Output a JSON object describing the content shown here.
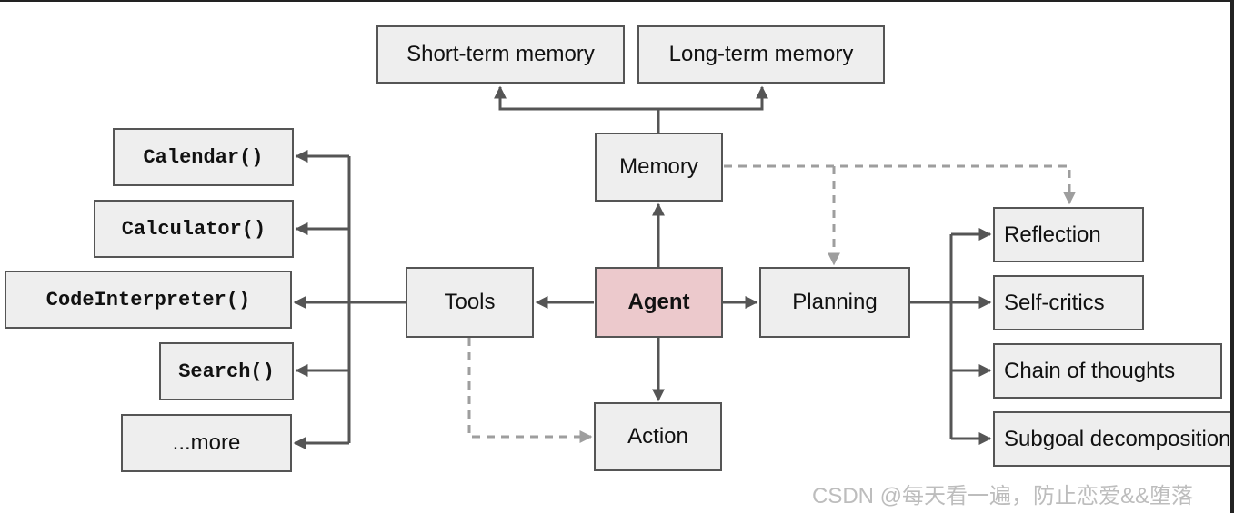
{
  "nodes": {
    "short_term_memory": "Short-term memory",
    "long_term_memory": "Long-term memory",
    "memory": "Memory",
    "agent": "Agent",
    "tools": "Tools",
    "planning": "Planning",
    "action": "Action",
    "calendar": "Calendar()",
    "calculator": "Calculator()",
    "code_interpreter": "CodeInterpreter()",
    "search": "Search()",
    "more": "...more",
    "reflection": "Reflection",
    "self_critics": "Self-critics",
    "chain_of_thoughts": "Chain of thoughts",
    "subgoal_decomposition": "Subgoal decomposition"
  },
  "watermark": "CSDN @每天看一遍，防止恋爱&&堕落",
  "colors": {
    "node_fill": "#eeeeee",
    "agent_fill": "#ecc9cc",
    "solid_edge": "#555555",
    "dashed_edge": "#9e9e9e"
  }
}
